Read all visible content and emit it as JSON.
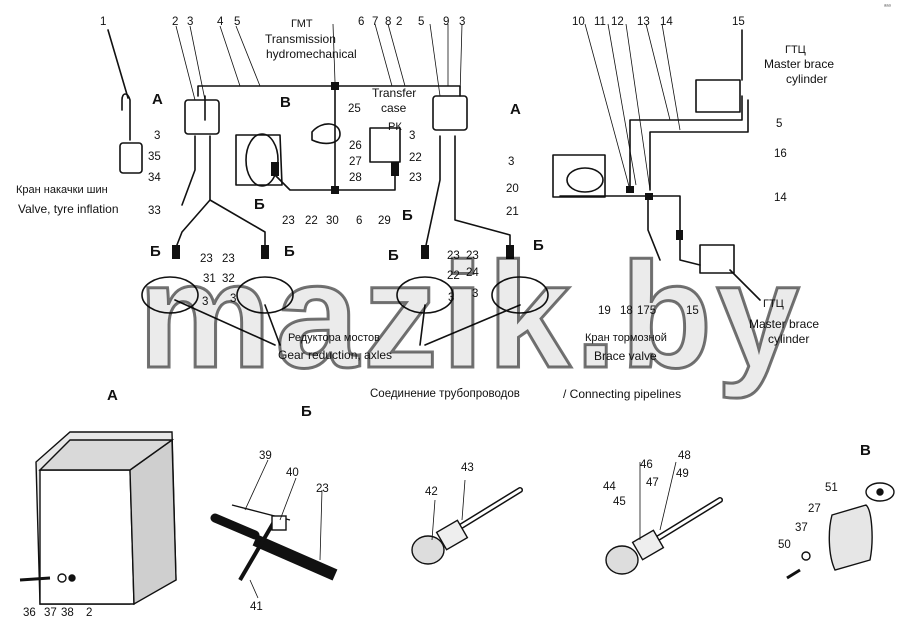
{
  "watermark": "mazik.by",
  "corner_mark": "ᵃᵃᵃ",
  "top_labels": {
    "gmt_ru": "ГМТ",
    "gmt_en_1": "Transmission",
    "gmt_en_2": "hydromechanical",
    "transfer_1": "Transfer",
    "transfer_2": "case",
    "pk": "РК",
    "gtc_top_ru": "ГТЦ",
    "gtc_top_en_1": "Master brace",
    "gtc_top_en_2": "cylinder",
    "gtc_bot_ru": "ГТЦ",
    "gtc_bot_en_1": "Master brace",
    "gtc_bot_en_2": "cylinder",
    "valve_ru": "Кран накачки шин",
    "valve_en": "Valve, tyre inflation",
    "axles_ru": "Редуктора мостов",
    "axles_en": "Gear reduction, axles",
    "brake_ru": "Кран тормозной",
    "brake_en": "Brace valve",
    "pipes_ru": "Соединение трубопроводов",
    "pipes_en": "/ Connecting pipelines"
  },
  "letters": {
    "A_left": "А",
    "A_right": "А",
    "V_top": "В",
    "B1": "Б",
    "B2": "Б",
    "B3": "Б",
    "B4": "Б",
    "B5": "Б",
    "B6": "Б",
    "A_detail": "А",
    "B_detail": "Б",
    "V_detail": "В"
  },
  "numbers": {
    "n1": "1",
    "n2a": "2",
    "n3a": "3",
    "n4": "4",
    "n5a": "5",
    "n6a": "6",
    "n7": "7",
    "n8": "8",
    "n2b": "2",
    "n5b": "5",
    "n9": "9",
    "n3b": "3",
    "n10": "10",
    "n11": "11",
    "n12": "12",
    "n13": "13",
    "n14a": "14",
    "n15a": "15",
    "n5c": "5",
    "n16": "16",
    "n14b": "14",
    "n3c": "3",
    "n35": "35",
    "n34": "34",
    "n33": "33",
    "n25": "25",
    "n3d": "3",
    "n26": "26",
    "n27": "27",
    "n28": "28",
    "n23a": "23",
    "n22a": "22",
    "n30": "30",
    "n6b": "6",
    "n29": "29",
    "n3e": "3",
    "n22b": "22",
    "n23b": "23",
    "n20": "20",
    "n21": "21",
    "n3f": "3",
    "n23c": "23",
    "n23d": "23",
    "n31": "31",
    "n32": "32",
    "n3g": "3",
    "n3h": "3",
    "n23e": "23",
    "n23f": "23",
    "n22c": "22",
    "n24": "24",
    "n3i": "3",
    "n3j": "3",
    "n19": "19",
    "n18": "18",
    "n175": "175",
    "n15b": "15",
    "n39": "39",
    "n40": "40",
    "n23g": "23",
    "n41": "41",
    "n43": "43",
    "n42": "42",
    "n46": "46",
    "n48": "48",
    "n44": "44",
    "n47": "47",
    "n49": "49",
    "n45": "45",
    "n51": "51",
    "n27b": "27",
    "n37a": "37",
    "n50": "50",
    "n36": "36",
    "n37b": "37",
    "n38": "38",
    "n2c": "2"
  }
}
